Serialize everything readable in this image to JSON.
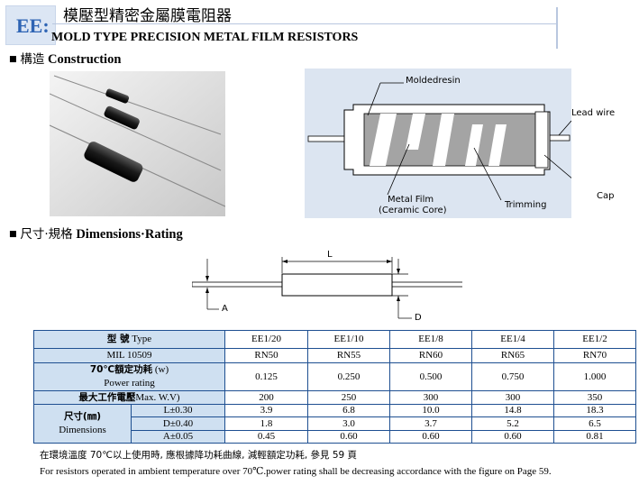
{
  "header": {
    "code": "EE:",
    "title_cn": "模壓型精密金屬膜電阻器",
    "title_en": "MOLD TYPE PRECISION METAL FILM RESISTORS"
  },
  "sections": {
    "construction": {
      "bullet": "■",
      "cn": "構造",
      "en": "Construction"
    },
    "dimensions": {
      "bullet": "■",
      "cn": "尺寸·規格",
      "en": "Dimensions·Rating"
    }
  },
  "construction_diagram": {
    "molded_resin": "Moldedresin",
    "lead_wire": "Lead wire",
    "metal_film": "Metal Film",
    "ceramic_core": "(Ceramic Core)",
    "trimming": "Trimming",
    "cap": "Cap"
  },
  "dimension_figure": {
    "L": "L",
    "A": "A",
    "D": "D"
  },
  "table": {
    "type_label_cn": "型 號",
    "type_label_en": "Type",
    "types": [
      "EE1/20",
      "EE1/10",
      "EE1/8",
      "EE1/4",
      "EE1/2"
    ],
    "mil_label": "MIL 10509",
    "mil": [
      "RN50",
      "RN55",
      "RN60",
      "RN65",
      "RN70"
    ],
    "power_label_cn": "70℃額定功耗",
    "power_label_unit": "(w)",
    "power_label_en": "Power rating",
    "power": [
      "0.125",
      "0.250",
      "0.500",
      "0.750",
      "1.000"
    ],
    "voltage_label_cn": "最大工作電壓",
    "voltage_label_en": "Max. W.V)",
    "voltage": [
      "200",
      "250",
      "300",
      "300",
      "350"
    ],
    "dims_label_cn": "尺寸(㎜)",
    "dims_label_en": "Dimensions",
    "L_label": "L±0.30",
    "L": [
      "3.9",
      "6.8",
      "10.0",
      "14.8",
      "18.3"
    ],
    "D_label": "D±0.40",
    "D": [
      "1.8",
      "3.0",
      "3.7",
      "5.2",
      "6.5"
    ],
    "A_label": "A±0.05",
    "A": [
      "0.45",
      "0.60",
      "0.60",
      "0.60",
      "0.81"
    ]
  },
  "notes": {
    "cn": "在環境溫度 70℃以上使用時, 應根據降功耗曲線, 減輕額定功耗, 參見 59 頁",
    "en": "For resistors operated in ambient temperature over 70℃.power rating shall be decreasing accordance with the figure on Page 59."
  }
}
